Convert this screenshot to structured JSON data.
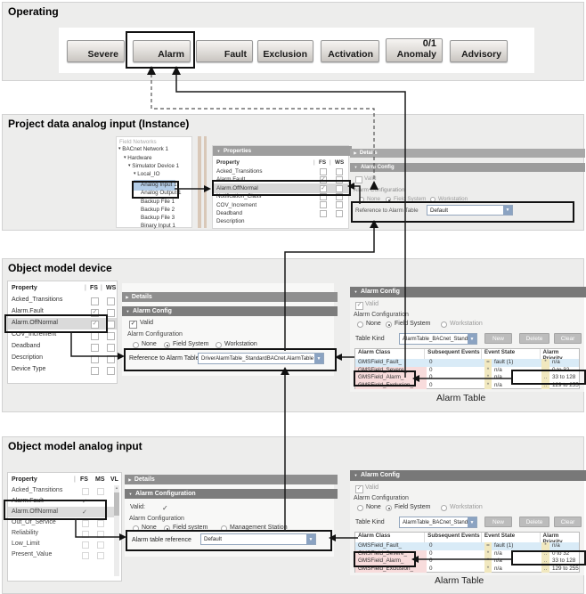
{
  "glyphs": {
    "check": "✓",
    "tri_down": "▼",
    "tri_right": "▶",
    "tree_down": "▾",
    "scroll_up": "▲"
  },
  "p1": {
    "title": "Operating",
    "buttons": [
      "Severe",
      "Alarm",
      "Fault",
      "Exclusion",
      "Activation",
      "Anomaly",
      "Advisory"
    ],
    "anomaly_badge": "0/1"
  },
  "p2": {
    "title": "Project data analog input (Instance)",
    "tree": [
      "Field Networks",
      "BACnet Network 1",
      "Hardware",
      "Simulator Device 1",
      "Local_IO",
      "Analog Input 1",
      "Analog Output 1",
      "Backup File 1",
      "Backup File 2",
      "Backup File 3",
      "Binary Input 1"
    ],
    "props": {
      "title": "Properties",
      "c0": "Property",
      "c1": "FS",
      "c2": "WS",
      "rows": [
        "Acked_Transitions",
        "Alarm.Fault",
        "Alarm.OffNormal",
        "Notification_Class",
        "COV_Increment",
        "Deadband",
        "Description"
      ]
    },
    "details": "Details",
    "ac": {
      "title": "Alarm Config",
      "valid": "Valid",
      "group": "Alarm Configuration",
      "r0": "None",
      "r1": "Field System",
      "r2": "Workstation",
      "ref_label": "Reference to Alarm Table",
      "ref_value": "Default"
    }
  },
  "p3": {
    "title": "Object model device",
    "props": {
      "c0": "Property",
      "c1": "FS",
      "c2": "WS",
      "rows": [
        "Acked_Transitions",
        "Alarm.Fault",
        "Alarm.OffNormal",
        "COV_Increment",
        "Deadband",
        "Description",
        "Device Type"
      ]
    },
    "details": "Details",
    "mid": {
      "title": "Alarm Config",
      "valid": "Valid",
      "group": "Alarm Configuration",
      "r0": "None",
      "r1": "Field System",
      "r2": "Workstation",
      "ref_label": "Reference to Alarm Table",
      "ref_value": "DriverAlarmTable_StandardBACnet.AlarmTable"
    },
    "right": {
      "title": "Alarm Config",
      "valid": "Valid",
      "group": "Alarm Configuration",
      "r0": "None",
      "r1": "Field System",
      "r2": "Workstation",
      "tk_label": "Table Kind",
      "tk_value": "AlarmTable_BACnet_Standard",
      "btn_new": "New",
      "btn_delete": "Delete",
      "btn_clear": "Clear",
      "t": {
        "c0": "Alarm Class",
        "c1": "Subsequent Events",
        "c2": "Event State",
        "c3": "Alarm Priority",
        "rows": [
          {
            "cls": "GMSField_Fault_",
            "sub": "0",
            "es": "=",
            "esv": "fault (1)",
            "ps": "*",
            "pv": "n/a"
          },
          {
            "cls": "GMSField_Severe_",
            "sub": "0",
            "es": "*",
            "esv": "n/a",
            "ps": "..",
            "pv": "0 to 32"
          },
          {
            "cls": "GMSField_Alarm_",
            "sub": "0",
            "es": "*",
            "esv": "n/a",
            "ps": "..",
            "pv": "33 to 128"
          },
          {
            "cls": "GMSField_Exclusion_",
            "sub": "0",
            "es": "*",
            "esv": "n/a",
            "ps": "..",
            "pv": "129 to 255"
          }
        ]
      }
    },
    "caption": "Alarm Table"
  },
  "p4": {
    "title": "Object model analog input",
    "props": {
      "c0": "Property",
      "c1": "FS",
      "c2": "MS",
      "c3": "VL",
      "rows": [
        "Acked_Transitions",
        "Alarm.Fault",
        "Alarm.OffNormal",
        "Out_Of_Service",
        "Reliability",
        "Low_Limit",
        "Present_Value"
      ]
    },
    "details": "Details",
    "mid": {
      "title": "Alarm Configuration",
      "valid": "Valid:",
      "group": "Alarm Configuration",
      "r0": "None",
      "r1": "Field system",
      "r2": "Management Station",
      "ref_label": "Alarm table reference",
      "ref_value": "Default"
    },
    "right": {
      "title": "Alarm Config",
      "valid": "Valid",
      "group": "Alarm Configuration",
      "r0": "None",
      "r1": "Field System",
      "r2": "Workstation",
      "tk_label": "Table Kind",
      "tk_value": "AlarmTable_BACnet_Standard",
      "btn_new": "New",
      "btn_delete": "Delete",
      "btn_clear": "Clear",
      "t": {
        "c0": "Alarm Class",
        "c1": "Subsequent Events",
        "c2": "Event State",
        "c3": "Alarm Priority",
        "rows": [
          {
            "cls": "GMSField_Fault_",
            "sub": "0",
            "es": "=",
            "esv": "fault (1)",
            "ps": "*",
            "pv": "n/a"
          },
          {
            "cls": "GMSField_Severe_",
            "sub": "0",
            "es": "*",
            "esv": "n/a",
            "ps": "..",
            "pv": "0 to 32"
          },
          {
            "cls": "GMSField_Alarm_",
            "sub": "0",
            "es": "*",
            "esv": "n/a",
            "ps": "..",
            "pv": "33 to 128"
          },
          {
            "cls": "GMSField_Exclusion_",
            "sub": "0",
            "es": "*",
            "esv": "n/a",
            "ps": "..",
            "pv": "129 to 255"
          }
        ]
      }
    },
    "caption": "Alarm Table"
  }
}
